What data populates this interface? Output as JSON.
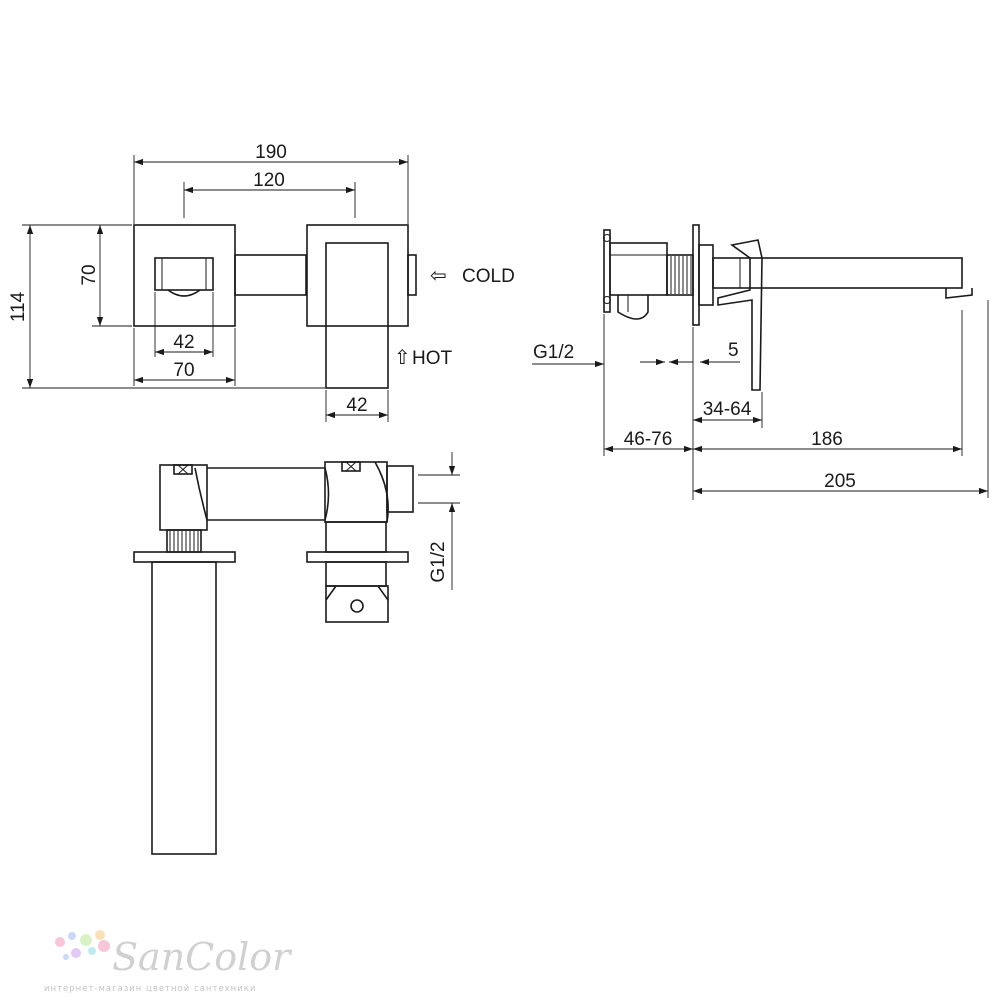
{
  "front_view": {
    "dim_width_total": "190",
    "dim_center_spacing": "120",
    "dim_height_total": "114",
    "dim_plate_height": "70",
    "dim_inner_width": "42",
    "dim_plate_width": "70",
    "dim_lever_width": "42",
    "label_cold": "COLD",
    "label_hot": "HOT",
    "arrow_cold_glyph": "⇦",
    "arrow_hot_glyph": "⇧"
  },
  "side_view": {
    "dim_thread": "G1/2",
    "dim_plate_offset": "5",
    "dim_wall_range": "34-64",
    "dim_body_depth": "46-76",
    "dim_spout_reach": "186",
    "dim_total_reach": "205"
  },
  "top_view": {
    "dim_thread": "G1/2"
  },
  "watermark": {
    "brand": "SanColor",
    "tagline": "интернет-магазин цветной сантехники",
    "dot_colors": [
      "#f7c6d9",
      "#c9d9f7",
      "#d8f2c6",
      "#f7e2b8",
      "#e2c9f7",
      "#bfeaf0"
    ]
  }
}
